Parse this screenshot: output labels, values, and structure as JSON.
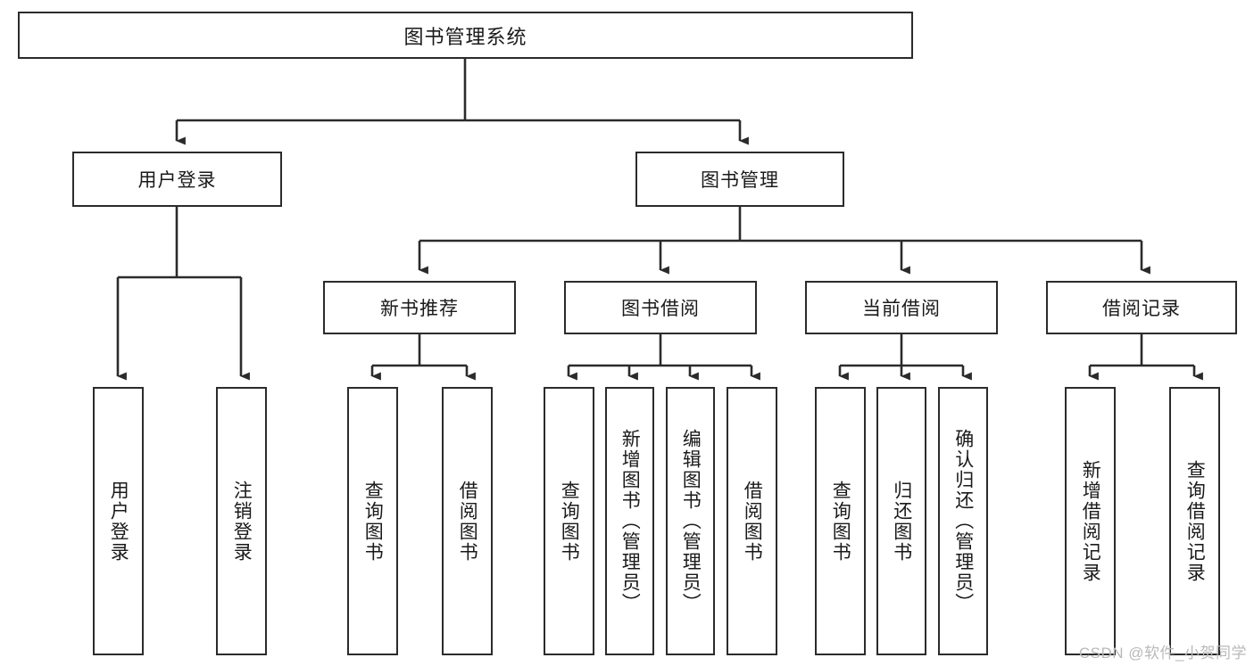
{
  "diagram": {
    "title_node": "图书管理系统",
    "watermark": "CSDN @软件_小贺同学",
    "level1": [
      {
        "label": "用户登录"
      },
      {
        "label": "图书管理"
      }
    ],
    "level2": [
      {
        "label": "新书推荐"
      },
      {
        "label": "图书借阅"
      },
      {
        "label": "当前借阅"
      },
      {
        "label": "借阅记录"
      }
    ],
    "leaves": {
      "user_login": [
        {
          "label": "用户登录"
        },
        {
          "label": "注销登录"
        }
      ],
      "new_book_recommend": [
        {
          "label": "查询图书"
        },
        {
          "label": "借阅图书"
        }
      ],
      "book_borrow": [
        {
          "label": "查询图书"
        },
        {
          "label": "新增图书（管理员）"
        },
        {
          "label": "编辑图书（管理员）"
        },
        {
          "label": "借阅图书"
        }
      ],
      "current_borrow": [
        {
          "label": "查询图书"
        },
        {
          "label": "归还图书"
        },
        {
          "label": "确认归还（管理员）"
        }
      ],
      "borrow_record": [
        {
          "label": "新增借阅记录"
        },
        {
          "label": "查询借阅记录"
        }
      ]
    },
    "colors": {
      "stroke": "#2b2b2b",
      "fill": "#ffffff",
      "text": "#1a1a1a",
      "watermark": "#b9b9b9"
    }
  }
}
